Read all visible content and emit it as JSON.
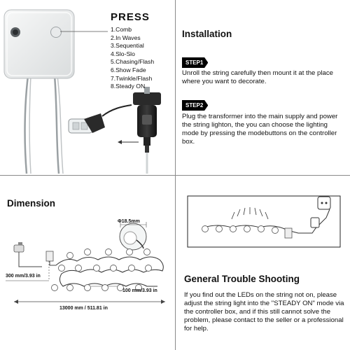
{
  "controller": {
    "title": "PRESS",
    "modes": [
      "1.Comb",
      "2.In Waves",
      "3.Sequential",
      "4.Slo-Slo",
      "5.Chasing/Flash",
      "6.Show Fade",
      "7.Twinkle/Flash",
      "8.Steady ON"
    ]
  },
  "installation": {
    "title": "Installation",
    "steps": [
      {
        "badge": "STEP1",
        "text": "Unroll the string carefully then mount it at the place where you want to decorate."
      },
      {
        "badge": "STEP2",
        "text": "Plug the transformer into the main supply and power the string lighton, the you can choose the lighting mode by pressing the modebuttons on the controller box."
      }
    ]
  },
  "dimension": {
    "title": "Dimension",
    "bulb_diameter": "Φ18.5mm",
    "lead_length": "300 mm/3.93 in",
    "bulb_spacing": "100 mm/3.93 in",
    "total_length": "13000 mm / 511.81 in"
  },
  "trouble": {
    "title": "General Trouble Shooting",
    "text": "If you find out the LEDs on the string not on, please adjust the string light into the \"STEADY ON\" mode via the controller box, and if this still cannot solve the problem, please contact to the seller or a professional for help."
  },
  "colors": {
    "accent": "#000000",
    "divider": "#8a8a8a",
    "box": "#eef0f0"
  }
}
